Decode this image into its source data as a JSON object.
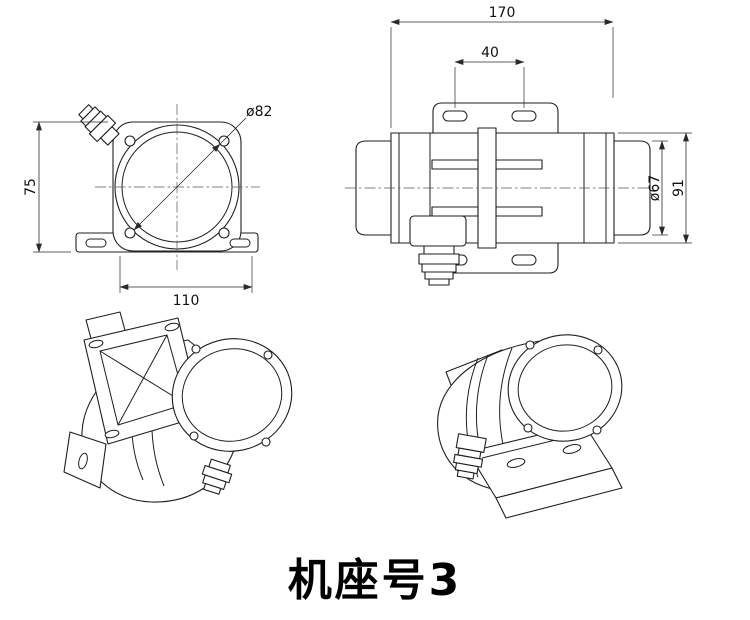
{
  "page": {
    "background": "#ffffff",
    "line_color": "#1f1f1f",
    "dim_color": "#2a2a2a"
  },
  "title": {
    "text": "机座号3"
  },
  "views": {
    "front": {
      "name": "front view",
      "dims": {
        "height": "75",
        "diameter": "ø82",
        "width": "110"
      }
    },
    "side": {
      "name": "side view",
      "dims": {
        "length": "170",
        "slot_spacing": "40",
        "body_diameter": "ø67",
        "height": "91"
      }
    },
    "iso_left": {
      "name": "isometric view left"
    },
    "iso_right": {
      "name": "isometric view right"
    }
  }
}
